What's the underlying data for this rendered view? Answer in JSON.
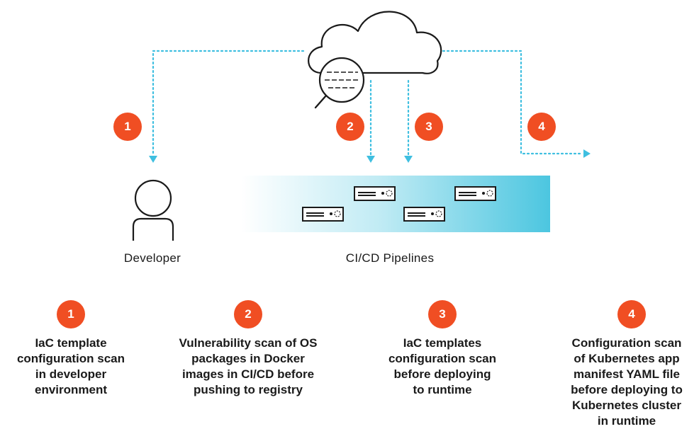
{
  "diagram": {
    "colors": {
      "badge": "#f04e23",
      "arrow": "#3fbfe0",
      "pipeline_band": "#4cc6e0",
      "stroke": "#1a1a1a"
    },
    "icons": [
      "cloud-icon",
      "magnifier-icon",
      "developer-icon",
      "server-icon"
    ],
    "top_badges": [
      "1",
      "2",
      "3",
      "4"
    ],
    "developer_label": "Developer",
    "pipelines_label": "CI/CD Pipelines",
    "steps": [
      {
        "number": "1",
        "lines": [
          "IaC template",
          "configuration scan",
          "in developer",
          "environment"
        ]
      },
      {
        "number": "2",
        "lines": [
          "Vulnerability scan of OS",
          "packages in Docker",
          "images in CI/CD before",
          "pushing to registry"
        ]
      },
      {
        "number": "3",
        "lines": [
          "IaC templates",
          "configuration scan",
          "before deploying",
          "to runtime"
        ]
      },
      {
        "number": "4",
        "lines": [
          "Configuration scan",
          "of Kubernetes app",
          "manifest YAML file",
          "before deploying to",
          "Kubernetes cluster",
          "in runtime"
        ]
      }
    ]
  }
}
